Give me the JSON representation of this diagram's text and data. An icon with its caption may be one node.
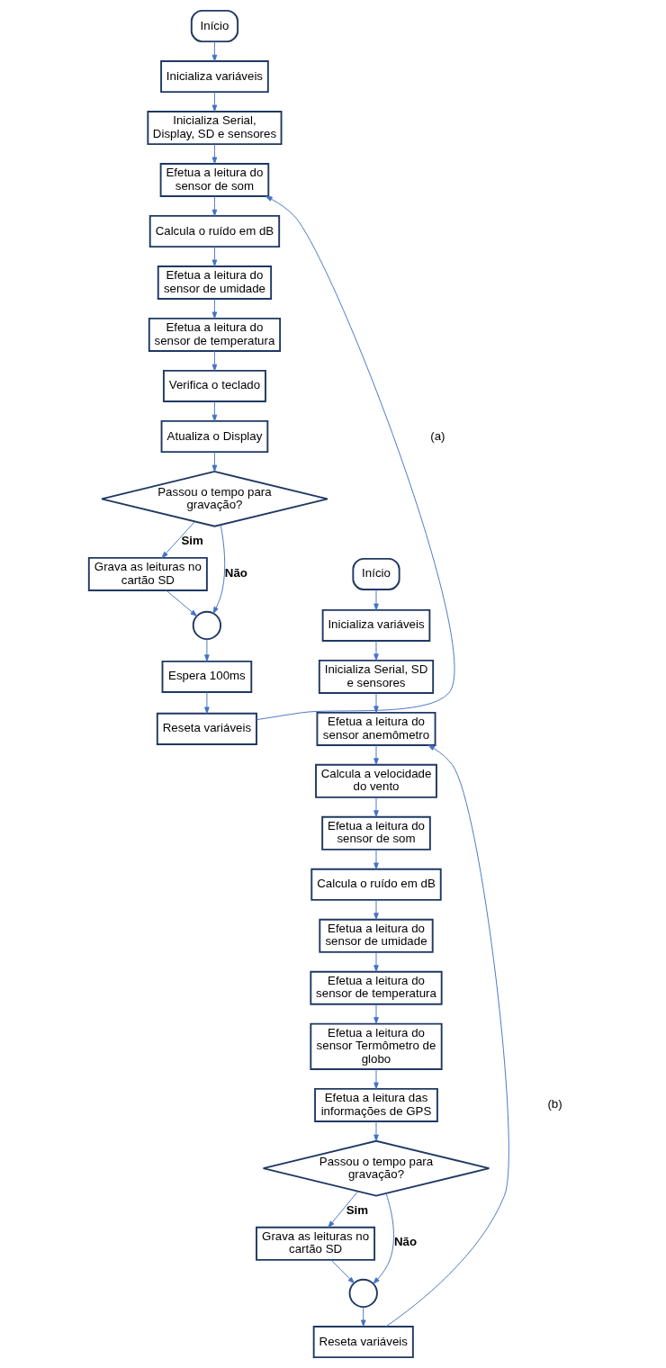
{
  "diagram": {
    "nodes": [
      {
        "text": [
          "Início"
        ]
      },
      {
        "text": [
          "Inicializa variáveis"
        ]
      },
      {
        "text": [
          "Inicializa Serial, Display, SD e sensores"
        ]
      },
      {
        "text": [
          "Efetua a leitura do sensor de som"
        ]
      },
      {
        "text": [
          "Calcula o ruído em dB"
        ]
      },
      {
        "text": [
          "Efetua a leitura do sensor de umidade"
        ]
      },
      {
        "text": [
          "Efetua a leitura do sensor de temperatura"
        ]
      },
      {
        "text": [
          "Verifica o teclado"
        ]
      },
      {
        "text": [
          "Atualiza o Display"
        ]
      },
      {
        "text": [
          "Passou o tempo para gravação?"
        ]
      },
      {
        "text": [
          "Grava as leituras no cartão SD"
        ]
      },
      {
        "text": [],
        "shape": "circle"
      },
      {
        "text": [
          "Espera 100ms"
        ]
      },
      {
        "text": [
          "Reseta variáveis"
        ]
      },
      {
        "text": [
          "Início"
        ]
      },
      {
        "text": [
          "Inicializa variáveis"
        ]
      },
      {
        "text": [
          "Inicializa Serial, SD e sensores"
        ]
      },
      {
        "text": [
          "Efetua a leitura do sensor anemômetro"
        ]
      },
      {
        "text": [
          "Calcula a velocidade do vento"
        ]
      },
      {
        "text": [
          "Efetua a leitura do sensor de som"
        ]
      },
      {
        "text": [
          "Calcula o ruído em dB"
        ]
      },
      {
        "text": [
          "Efetua a leitura do sensor de umidade"
        ]
      },
      {
        "text": [
          "Efetua a leitura do sensor de temperatura"
        ]
      },
      {
        "text": [
          "Efetua a leitura do sensor Termômetro de globo"
        ]
      },
      {
        "text": [
          "Efetua a leitura das informações de GPS"
        ]
      },
      {
        "text": [
          "Passou o tempo para gravação?"
        ]
      },
      {
        "text": [
          "Grava as leituras no cartão SD"
        ]
      },
      {
        "text": [],
        "shape": "circle"
      },
      {
        "text": [
          "Reseta variáveis"
        ]
      }
    ],
    "edges": [
      {
        "from": 0,
        "to": 1,
        "arrow": "to"
      },
      {
        "from": 1,
        "to": 2,
        "arrow": "to"
      },
      {
        "from": 2,
        "to": 3,
        "arrow": "to"
      },
      {
        "from": 3,
        "to": 4,
        "arrow": "to"
      },
      {
        "from": 4,
        "to": 5,
        "arrow": "to"
      },
      {
        "from": 5,
        "to": 6,
        "arrow": "to"
      },
      {
        "from": 6,
        "to": 7,
        "arrow": "to"
      },
      {
        "from": 7,
        "to": 8,
        "arrow": "to"
      },
      {
        "from": 8,
        "to": 9,
        "arrow": "to"
      },
      {
        "from": 9,
        "to": 10,
        "arrow": "to",
        "label": "Sim"
      },
      {
        "from": 10,
        "to": 11,
        "arrow": "to"
      },
      {
        "from": 9,
        "to": 11,
        "arrow": "to",
        "label": "Não"
      },
      {
        "from": 11,
        "to": 12,
        "arrow": "to"
      },
      {
        "from": 12,
        "to": 13,
        "arrow": "to"
      },
      {
        "from": 13,
        "to": 3,
        "arrow": "to"
      },
      {
        "from": 14,
        "to": 15,
        "arrow": "to"
      },
      {
        "from": 15,
        "to": 16,
        "arrow": "to"
      },
      {
        "from": 16,
        "to": 17,
        "arrow": "to"
      },
      {
        "from": 17,
        "to": 18,
        "arrow": "to"
      },
      {
        "from": 18,
        "to": 19,
        "arrow": "to"
      },
      {
        "from": 19,
        "to": 20,
        "arrow": "to"
      },
      {
        "from": 20,
        "to": 21,
        "arrow": "to"
      },
      {
        "from": 21,
        "to": 22,
        "arrow": "to"
      },
      {
        "from": 22,
        "to": 23,
        "arrow": "to"
      },
      {
        "from": 23,
        "to": 24,
        "arrow": "to"
      },
      {
        "from": 24,
        "to": 25,
        "arrow": "to"
      },
      {
        "from": 25,
        "to": 26,
        "arrow": "to",
        "label": "Sim"
      },
      {
        "from": 26,
        "to": 27,
        "arrow": "to"
      },
      {
        "from": 25,
        "to": 27,
        "arrow": "to",
        "label": "Não"
      },
      {
        "from": 27,
        "to": 28,
        "arrow": "to"
      },
      {
        "from": 28,
        "to": 17,
        "arrow": "to"
      }
    ],
    "labels": [
      "(a)",
      "(b)"
    ]
  }
}
